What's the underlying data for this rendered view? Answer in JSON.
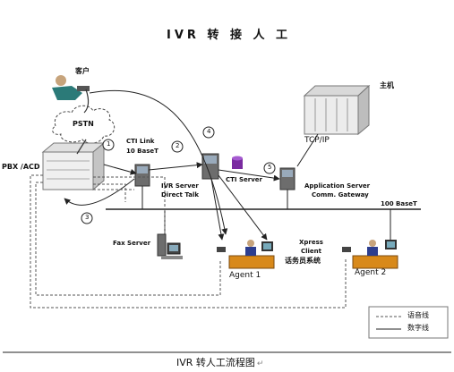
{
  "title": "IVR 转 接 人 工",
  "caption": "IVR 转人工流程图",
  "caption_mark": "↵",
  "labels": {
    "customer": "客户",
    "pstn": "PSTN",
    "host": "主机",
    "tcpip": "TCP/IP",
    "pbx": "PBX /ACD",
    "cti_link": "CTI Link",
    "cti_link_speed": "10 BaseT",
    "ivr_server_1": "IVR Server",
    "ivr_server_2": "Direct Talk",
    "cti_server": "CTI Server",
    "app_server_1": "Application Server",
    "app_server_2": "Comm.  Gateway",
    "lan": "100 BaseT",
    "fax_server": "Fax Server",
    "xpress_1": "Xpress",
    "xpress_2": "Client",
    "agent_system": "话务员系统",
    "agent1": "Agent 1",
    "agent2": "Agent 2",
    "steps": [
      "1",
      "2",
      "3",
      "4",
      "5"
    ]
  },
  "legend": {
    "voice": "语音线",
    "data": "数字线"
  }
}
